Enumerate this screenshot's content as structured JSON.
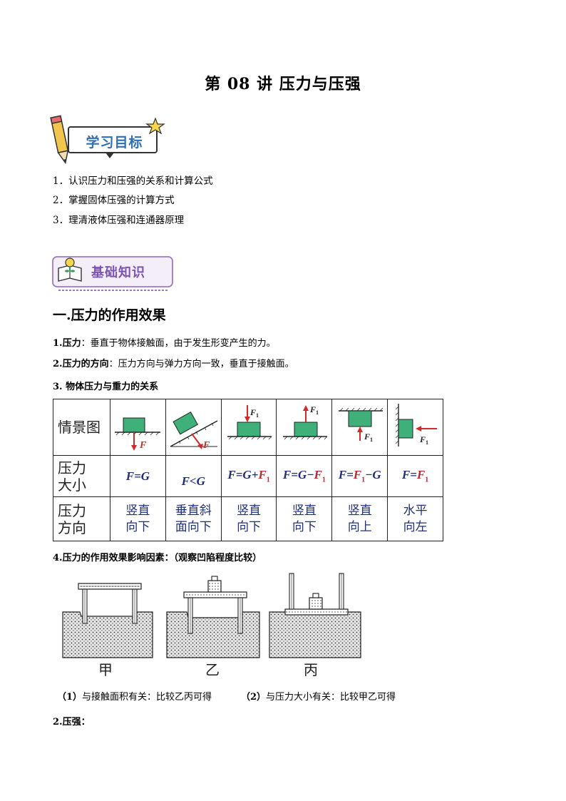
{
  "title": "第 08 讲  压力与压强",
  "badge_goals": "学习目标",
  "objectives": [
    "1．认识压力和压强的关系和计算公式",
    "2．掌握固体压强的计算方式",
    "3．理清液体压强和连通器原理"
  ],
  "badge_knowledge": "基础知识",
  "section1_heading": "一.压力的作用效果",
  "items": [
    {
      "num": "1.",
      "label": "压力",
      "text": "：垂直于物体接触面，由于发生形变产生的力。"
    },
    {
      "num": "2.",
      "label": "压力的方向",
      "text": "：压力方向与弹力方向一致，垂直于接触面。"
    }
  ],
  "item3": "3. 物体压力与重力的关系",
  "table": {
    "row_labels": [
      "情景图",
      "压力\n大小",
      "压力\n方向"
    ],
    "force_labels": [
      "F",
      "F",
      "F1",
      "F1",
      "F1",
      "F1"
    ],
    "formulas": [
      {
        "parts": [
          {
            "t": "F",
            "c": "blue"
          },
          {
            "t": "=",
            "c": "blue"
          },
          {
            "t": "G",
            "c": "blue"
          }
        ]
      },
      {
        "parts": [
          {
            "t": "F",
            "c": "blue"
          },
          {
            "t": "<",
            "c": "blue"
          },
          {
            "t": "G",
            "c": "blue"
          }
        ]
      },
      {
        "parts": [
          {
            "t": "F",
            "c": "blue"
          },
          {
            "t": "=",
            "c": "blue"
          },
          {
            "t": "G",
            "c": "blue"
          },
          {
            "t": "+",
            "c": "blue"
          },
          {
            "t": "F",
            "c": "red",
            "sub": "1"
          }
        ]
      },
      {
        "parts": [
          {
            "t": "F",
            "c": "blue"
          },
          {
            "t": "=",
            "c": "blue"
          },
          {
            "t": "G",
            "c": "blue"
          },
          {
            "t": "−",
            "c": "blue"
          },
          {
            "t": "F",
            "c": "red",
            "sub": "1"
          }
        ]
      },
      {
        "parts": [
          {
            "t": "F",
            "c": "blue"
          },
          {
            "t": "=",
            "c": "blue"
          },
          {
            "t": "F",
            "c": "red",
            "sub": "1"
          },
          {
            "t": "−",
            "c": "blue"
          },
          {
            "t": "G",
            "c": "blue"
          }
        ]
      },
      {
        "parts": [
          {
            "t": "F",
            "c": "blue"
          },
          {
            "t": "=",
            "c": "blue"
          },
          {
            "t": "F",
            "c": "red",
            "sub": "1"
          }
        ]
      }
    ],
    "directions": [
      "竖直\n向下",
      "垂直斜\n面向下",
      "竖直\n向下",
      "竖直\n向下",
      "竖直\n向上",
      "水平\n向左"
    ]
  },
  "item4": "4.压力的作用效果影响因素：（观察凹陷程度比较）",
  "sand_labels": [
    "甲",
    "乙",
    "丙"
  ],
  "caption1_num": "（1）",
  "caption1_text": "与接触面积有关：比较乙丙可得",
  "caption2_num": "（2）",
  "caption2_text": "与压力大小有关：比较甲乙可得",
  "item_pressure": "2.压强："
}
